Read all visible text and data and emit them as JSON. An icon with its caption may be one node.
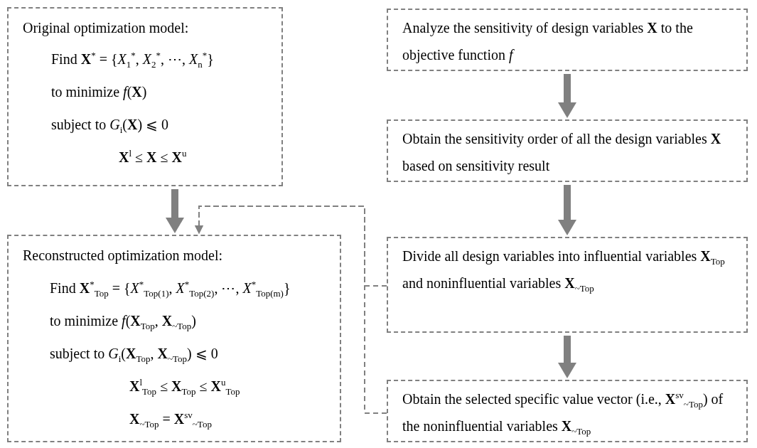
{
  "diagram": {
    "nodes": [
      {
        "text": [
          "Original optimization model:",
          "Find **X**$^{*}$ = {*X*$_{1}$$^{*}$, *X*$_{2}$$^{*}$, ⋯, *X*$_{n}$$^{*}$}",
          "to minimize *f*(**X**)",
          "subject to *G*$_{i}$(**X**) ⩽ 0",
          "**X**$^{l}$ ≤ **X** ≤ **X**$^{u}$"
        ]
      },
      {
        "text": [
          "Reconstructed optimization model:",
          "Find **X**$^{*}$$_{Top}$ = {*X*$^{*}$$_{Top(1)}$, *X*$^{*}$$_{Top(2)}$, ⋯, *X*$^{*}$$_{Top(m)}$}",
          "to minimize *f*(**X**$_{Top}$, **X**$_{~Top}$)",
          "subject to *G*$_{i}$(**X**$_{Top}$, **X**$_{~Top}$) ⩽ 0",
          "**X**$^{l}$$_{Top}$ ≤ **X**$_{Top}$ ≤ **X**$^{u}$$_{Top}$",
          "**X**$_{~Top}$ = **X**$^{sv}$$_{~Top}$"
        ]
      },
      {
        "text": [
          "Analyze the sensitivity of design variables **X** to the objective function *f*"
        ]
      },
      {
        "text": [
          "Obtain the sensitivity order of all the design variables **X** based on sensitivity result"
        ]
      },
      {
        "text": [
          "Divide all design variables into influential variables **X**$_{Top}$ and noninfluential variables **X**$_{~Top}$"
        ]
      },
      {
        "text": [
          "Obtain the selected specific value vector (i.e., **X**$^{sv}$$_{~Top}$) of the noninfluential variables **X**$_{~Top}$"
        ]
      }
    ],
    "edges": [
      {
        "from": 0,
        "to": 1,
        "arrow": "to"
      },
      {
        "from": 2,
        "to": 3,
        "arrow": "to"
      },
      {
        "from": 3,
        "to": 4,
        "arrow": "to"
      },
      {
        "from": 4,
        "to": 5,
        "arrow": "to"
      },
      {
        "from": 4,
        "to": 1,
        "arrow": "to",
        "style": "dashed"
      },
      {
        "from": 5,
        "to": 1,
        "arrow": "to",
        "style": "dashed"
      }
    ]
  }
}
